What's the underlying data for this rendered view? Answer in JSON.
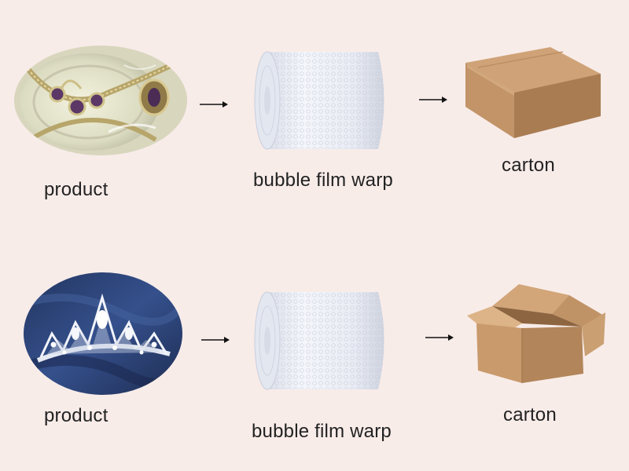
{
  "rows": [
    {
      "product_label": "product",
      "wrap_label": "bubble film warp",
      "carton_label": "carton",
      "product_image": "jewelry-necklace-image",
      "carton_image": "closed-carton-box-image"
    },
    {
      "product_label": "product",
      "wrap_label": "bubble film warp",
      "carton_label": "carton",
      "product_image": "crown-tiara-image",
      "carton_image": "open-carton-box-image"
    }
  ],
  "colors": {
    "background": "#f8ece9",
    "cardboard": "#c99a6c",
    "cardboard_dark": "#a87a4f",
    "velvet": "#2c4174",
    "bubble_wrap": "#eef1f8"
  }
}
